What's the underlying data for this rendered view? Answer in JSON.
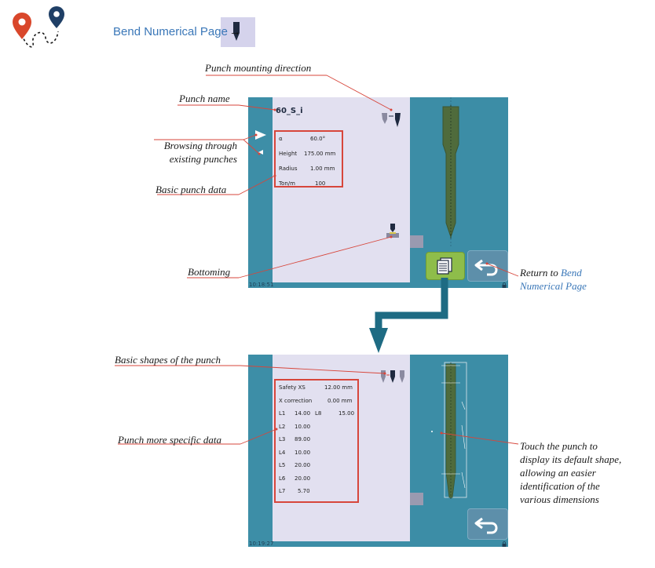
{
  "header": {
    "link_text": "Bend Numerical Page",
    "arrow": "→",
    "arrow_icon": "punch-icon"
  },
  "screen1": {
    "punch_name": "60_S_i",
    "data": [
      {
        "label": "α",
        "value": "60.0°"
      },
      {
        "label": "Height",
        "value": "175.00 mm"
      },
      {
        "label": "Radius",
        "value": "1.00 mm"
      },
      {
        "label": "Ton/m",
        "value": "100"
      }
    ],
    "time": "10:18:51"
  },
  "screen2": {
    "rows": [
      {
        "label": "Safety XS",
        "value": "12.00 mm"
      },
      {
        "label": "X correction",
        "value": "0.00 mm"
      },
      {
        "label": "L1",
        "value": "14.00",
        "label2": "L8",
        "value2": "15.00"
      },
      {
        "label": "L2",
        "value": "10.00"
      },
      {
        "label": "L3",
        "value": "89.00"
      },
      {
        "label": "L4",
        "value": "10.00"
      },
      {
        "label": "L5",
        "value": "20.00"
      },
      {
        "label": "L6",
        "value": "20.00"
      },
      {
        "label": "L7",
        "value": "5.70"
      }
    ],
    "time": "10:19:27"
  },
  "annotations": {
    "punch_mounting_direction": "Punch mounting direction",
    "punch_name": "Punch name",
    "browsing_line1": "Browsing through",
    "browsing_line2": "existing punches",
    "basic_punch_data": "Basic punch data",
    "bottoming": "Bottoming",
    "return_to": "Return to",
    "return_link1": "Bend",
    "return_link2": "Numerical Page",
    "basic_shapes": "Basic shapes of the punch",
    "more_specific": "Punch more specific data",
    "touch_line1": "Touch the punch to",
    "touch_line2": "display its default shape,",
    "touch_line3": "allowing an easier",
    "touch_line4": "identification of the",
    "touch_line5": "various dimensions"
  },
  "colors": {
    "screen_bg": "#e2e0f0",
    "teal": "#3c8da6",
    "annotation_red": "#d7463b",
    "link_blue": "#3a77b8",
    "punch_green": "#4f6b3c",
    "pin_red": "#d9472b",
    "pin_navy": "#1f3f66"
  }
}
